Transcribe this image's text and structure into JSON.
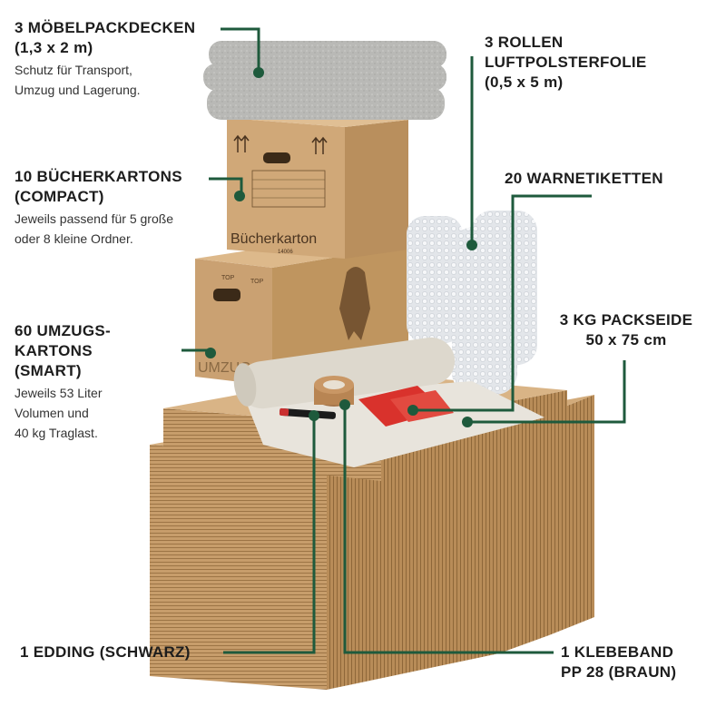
{
  "labels": {
    "blankets": {
      "title": "3 MÖBELPACKDECKEN\n(1,3 x 2 m)",
      "desc": "Schutz für Transport,\nUmzug und Lagerung."
    },
    "book_boxes": {
      "title": "10 BÜCHERKARTONS\n(COMPACT)",
      "desc": "Jeweils passend für 5 große\noder 8 kleine Ordner."
    },
    "moving_boxes": {
      "title": "60 UMZUGS-\nKARTONS\n(SMART)",
      "desc": "Jeweils 53 Liter\nVolumen und\n40 kg Traglast."
    },
    "marker": {
      "title": "1 EDDING (SCHWARZ)"
    },
    "bubble_wrap": {
      "title": "3 ROLLEN\nLUFTPOLSTERFOLIE\n(0,5 x 5 m)"
    },
    "warning_labels": {
      "title": "20 WARNETIKETTEN"
    },
    "tissue_paper": {
      "title": "3 KG PACKSEIDE\n50 x 75 cm"
    },
    "tape": {
      "title": "1 KLEBEBAND\nPP 28 (BRAUN)"
    }
  },
  "box_prints": {
    "book_box": "Bücherkarton",
    "book_box_code": "14006",
    "moving_box": "UMZUG",
    "top_marks": "TOP"
  },
  "colors": {
    "line": "#1e5a3c",
    "cardboard": "#c9a06f",
    "cardboard_dark": "#a27a4c",
    "text": "#1d1d1d"
  }
}
